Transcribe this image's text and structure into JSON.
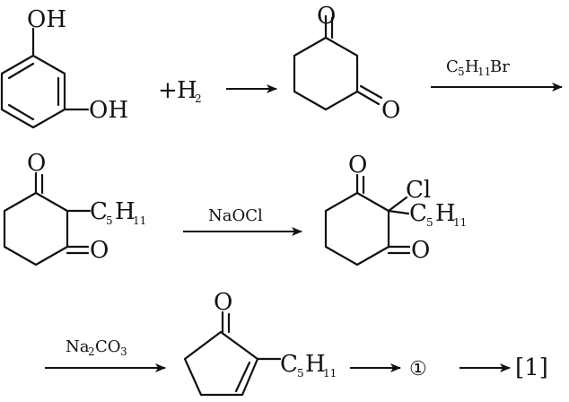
{
  "row1": {
    "resorcinol": {
      "oh_top": "OH",
      "oh_right": "OH"
    },
    "plus_h2": {
      "plus": "+",
      "h": "H",
      "sub": "2"
    },
    "dione": {
      "o_top": "O",
      "o_bottom": "O"
    },
    "reagent_c5h11br": {
      "c": "C",
      "c_sub": "5",
      "h": "H",
      "h_sub": "11",
      "br": "Br"
    }
  },
  "row2": {
    "alkyl_dione": {
      "o_top": "O",
      "o_bottom": "O",
      "subst_c": "C",
      "subst_c_sub": "5",
      "subst_h": "H",
      "subst_h_sub": "11"
    },
    "reagent_naocl": "NaOCl",
    "chloro_dione": {
      "o_top": "O",
      "o_bottom": "O",
      "cl": "Cl",
      "subst_c": "C",
      "subst_c_sub": "5",
      "subst_h": "H",
      "subst_h_sub": "11"
    }
  },
  "row3": {
    "reagent_na2co3": {
      "na": "Na",
      "na_sub": "2",
      "co": "CO",
      "co_sub": "3"
    },
    "cyclopentenone": {
      "o": "O",
      "subst_c": "C",
      "subst_c_sub": "5",
      "subst_h": "H",
      "subst_h_sub": "11"
    },
    "unknown_1": "①",
    "target": "[1]"
  }
}
